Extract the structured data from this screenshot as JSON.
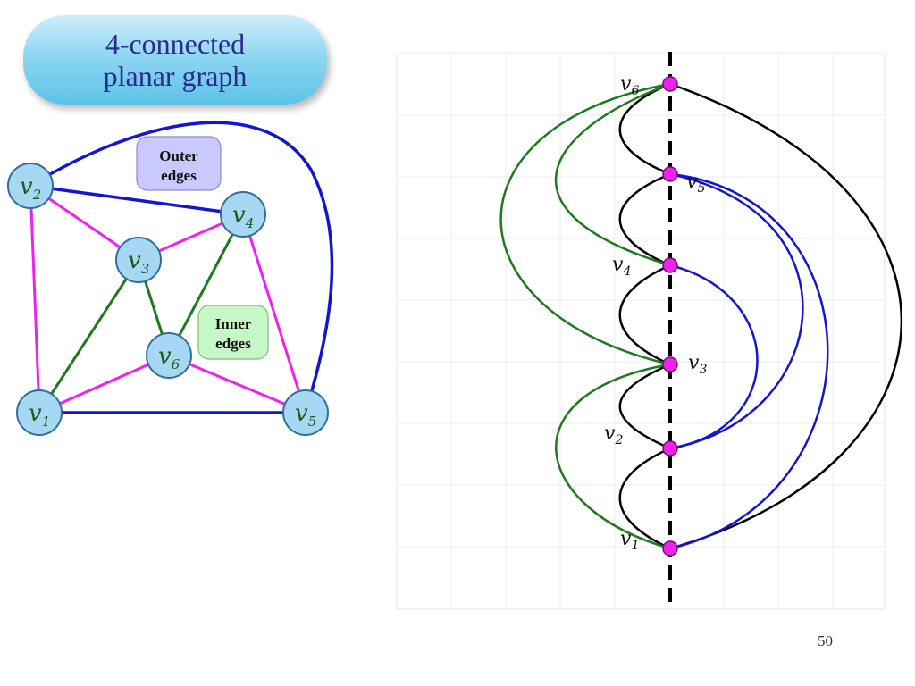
{
  "title": "4-connected\nplanar graph",
  "left_graph": {
    "vertices": [
      {
        "id": "v2",
        "letter": "v",
        "sub": "2"
      },
      {
        "id": "v4",
        "letter": "v",
        "sub": "4"
      },
      {
        "id": "v3",
        "letter": "v",
        "sub": "3"
      },
      {
        "id": "v6",
        "letter": "v",
        "sub": "6"
      },
      {
        "id": "v1",
        "letter": "v",
        "sub": "1"
      },
      {
        "id": "v5",
        "letter": "v",
        "sub": "5"
      }
    ],
    "outer_label": [
      "Outer",
      "edges"
    ],
    "inner_label": [
      "Inner",
      "edges"
    ]
  },
  "right_graph": {
    "vertices": [
      {
        "id": "v6",
        "letter": "v",
        "sub": "6"
      },
      {
        "id": "v5",
        "letter": "v",
        "sub": "5"
      },
      {
        "id": "v4",
        "letter": "v",
        "sub": "4"
      },
      {
        "id": "v3",
        "letter": "v",
        "sub": "3"
      },
      {
        "id": "v2",
        "letter": "v",
        "sub": "2"
      },
      {
        "id": "v1",
        "letter": "v",
        "sub": "1"
      }
    ]
  },
  "colors": {
    "outer_edge": "#1414d2",
    "inner_edge": "#1e7a1e",
    "magenta_edge": "#ee22ee",
    "vertex_fill": "#a6d8f3",
    "vertex_stroke": "#2f6f9a",
    "vertex_text": "#1c5a1c",
    "right_vertex": "#ee22ee",
    "black_edge": "#000000"
  },
  "page_number": "50"
}
